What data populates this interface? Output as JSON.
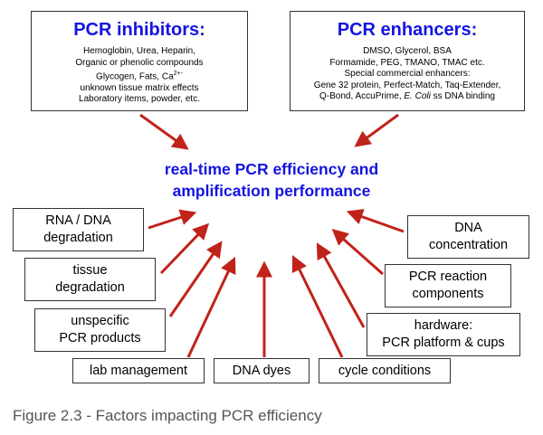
{
  "inhibitors": {
    "title": "PCR inhibitors:",
    "lines": [
      "Hemoglobin, Urea, Heparin,",
      "Organic or phenolic compounds",
      "Glycogen, Fats, Ca",
      "unknown tissue matrix effects",
      "Laboratory items, powder,  etc."
    ],
    "ca_superscript": "2+-"
  },
  "enhancers": {
    "title": "PCR enhancers:",
    "lines": [
      "DMSO, Glycerol, BSA",
      "Formamide, PEG, TMANO, TMAC etc.",
      "Special commercial enhancers:",
      "Gene 32 protein, Perfect-Match, Taq-Extender,",
      "Q-Bond, AccuPrime, ",
      "E. Coli",
      " ss DNA binding"
    ]
  },
  "center": {
    "line1": "real-time PCR efficiency and",
    "line2": "amplification performance"
  },
  "factors": {
    "rna_dna_1": "RNA / DNA",
    "rna_dna_2": "degradation",
    "tissue_1": "tissue",
    "tissue_2": "degradation",
    "unspecific_1": "unspecific",
    "unspecific_2": "PCR products",
    "lab": "lab management",
    "dyes": "DNA dyes",
    "cycle": "cycle conditions",
    "dna_conc_1": "DNA",
    "dna_conc_2": "concentration",
    "reaction_1": "PCR reaction",
    "reaction_2": "components",
    "hardware_1": "hardware:",
    "hardware_2": "PCR platform & cups"
  },
  "caption": "Figure 2.3 - Factors impacting PCR efficiency",
  "colors": {
    "title_blue": "#1414e0",
    "arrow_red": "#c0231a",
    "caption_gray": "#555555"
  }
}
